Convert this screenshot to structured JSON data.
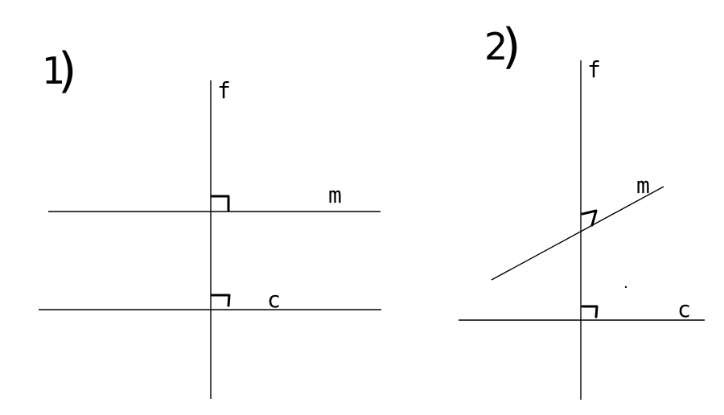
{
  "figures": [
    {
      "number": "1",
      "paren": ")",
      "lines": {
        "f": "f",
        "m": "m",
        "c": "c"
      }
    },
    {
      "number": "2",
      "paren": ")",
      "lines": {
        "f": "f",
        "m": "m",
        "c": "c"
      }
    }
  ]
}
